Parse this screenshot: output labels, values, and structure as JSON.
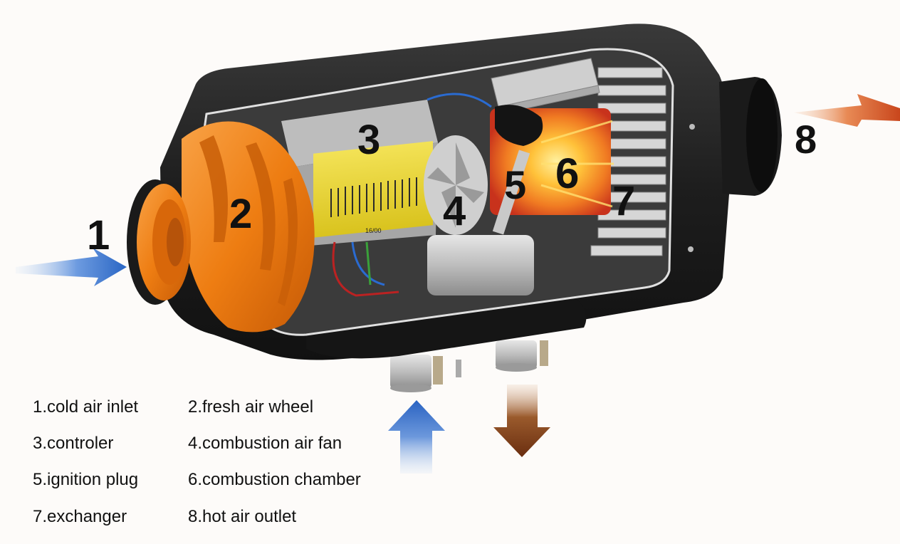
{
  "markers": [
    "1",
    "2",
    "3",
    "4",
    "5",
    "6",
    "7",
    "8"
  ],
  "device_label": "16/00",
  "legend": [
    "1.cold air inlet",
    "2.fresh air wheel",
    "3.controler",
    "4.combustion air fan",
    "5.ignition plug",
    "6.combustion chamber",
    "7.exchanger",
    "8.hot air outlet"
  ],
  "colors": {
    "cold_air": "#2f6fc9",
    "hot_air": "#d9531f",
    "exhaust": "#7a3b12",
    "fan_orange": "#ee7d12",
    "housing": "#232323"
  }
}
